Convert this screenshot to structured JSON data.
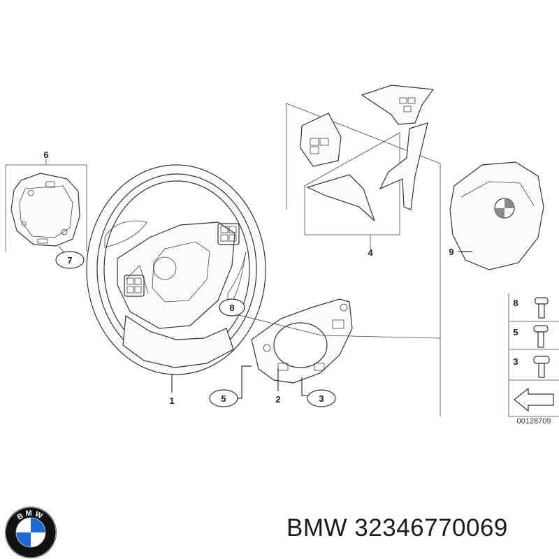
{
  "callouts": {
    "c1": "1",
    "c2": "2",
    "c3": "3",
    "c4": "4",
    "c5": "5",
    "c6": "6",
    "c7": "7",
    "c8": "8",
    "c9": "9"
  },
  "legend": {
    "screw8": "8",
    "screw5": "5",
    "screw3": "3"
  },
  "diagram_number": "00128709",
  "caption": {
    "brand": "BMW",
    "part_number": "32346770069"
  },
  "logo": {
    "text": "BMW",
    "colors": {
      "blue": "#1c69d4",
      "ring": "#111111"
    }
  }
}
